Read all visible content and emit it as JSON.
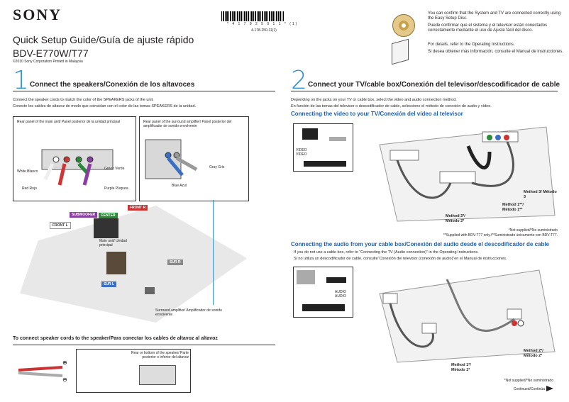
{
  "header": {
    "brand": "SONY",
    "guide_title": "Quick Setup Guide/Guía de ajuste rápido",
    "model": "BDV-E770W/T77",
    "copyright": "©2010 Sony Corporation   Printed in Malaysia",
    "barcode_number": "* 4 1 7 8 2 5 0 1 1 * (1)",
    "part_number": "4-178-250-11(1)"
  },
  "top_note": {
    "line_en": "You can confirm that the System and TV are connected correctly using the Easy Setup Disc.",
    "line_es": "Puede confirmar que el sistema y el televisor están conectados correctamente mediante el uso de Ajuste fácil del disco.",
    "details_en": "For details, refer to the Operating Instructions.",
    "details_es": "Si desea obtener más información, consulte el Manual de instrucciones."
  },
  "step1": {
    "number": "1",
    "heading": "Connect the speakers/Conexión de los altavoces",
    "intro_en": "Connect the speaker cords to match the color of the SPEAKERS jacks of the unit.",
    "intro_es": "Conecte los cables de altavoz de modo que coincidan con el color de las tomas SPEAKERS de la unidad.",
    "main_panel_label": "Rear panel of the main unit/ Panel posterior de la unidad principal",
    "surround_panel_label": "Rear panel of the surround amplifier/ Panel posterior del amplificador de sonido envolvente",
    "colors": {
      "white": "White Blanco",
      "red": "Red Rojo",
      "green": "Green Verde",
      "purple": "Purple Púrpura",
      "blue": "Blue Azul",
      "gray": "Gray Gris"
    },
    "speakers": {
      "subwoofer": "SUBWOOFER",
      "center": "CENTER",
      "front_r": "FRONT R",
      "front_l": "FRONT L",
      "sur_r": "SUR R",
      "sur_l": "SUR L"
    },
    "main_unit": "Main unit/ Unidad principal",
    "surround_amp": "Surround amplifier/ Amplificador de sonido envolvente",
    "cord_heading": "To connect speaker cords to the speaker/Para conectar los cables de altavoz al altavoz",
    "cord_label": "Rear or bottom of the speaker/ Parte posterior o inferior del altavoz"
  },
  "step2": {
    "number": "2",
    "heading": "Connect your TV/cable box/Conexión del televisor/descodificador de cable",
    "intro_en": "Depending on the jacks on your TV or cable box, select the video and audio connection method.",
    "intro_es": "En función de las tomas del televisor o descodificador de cable, seleccione el método de conexión de audio y vídeo.",
    "video_heading": "Connecting the video to your TV/Conexión del vídeo al televisor",
    "video_tag": "VIDEO VÍDEO",
    "method3": "Method 3/ Método 3",
    "method1_video": "Method 1**/ Método 1**",
    "method2_video": "Method 2*/ Método 2*",
    "not_supplied_1": "*Not supplied/*No suministrado",
    "supplied_note": "**Supplied with BDV-T77 only./**Suministrado únicamente con BDV-T77.",
    "audio_heading": "Connecting the audio from your cable box/Conexión del audio desde el descodificador de cable",
    "audio_intro_en": "If you do not use a cable box, refer to “Connecting the TV (Audio connection)” in the Operating Instructions.",
    "audio_intro_es": "Si no utiliza un descodificador de cable, consulte“Conexión del televisor (conexión de audio)”en el Manual de instrucciones.",
    "audio_tag": "AUDIO AUDIO",
    "method2_audio": "Method 2*/ Método 2*",
    "method1_audio": "Method 1*/ Método 1*",
    "not_supplied_2": "*Not supplied/*No suministrado",
    "continued": "Continued/Continúa"
  }
}
